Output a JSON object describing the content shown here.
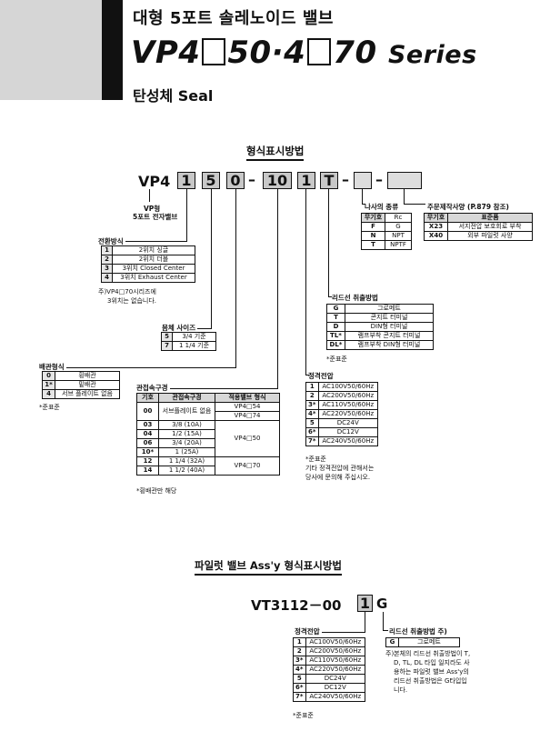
{
  "header": {
    "title": "대형 5포트 솔레노이드 밸브",
    "model_prefix": "VP4",
    "model_mid": "50·4",
    "model_suffix": "70",
    "model_series": "Series",
    "subtitle": "탄성체 Seal"
  },
  "how_to_order": {
    "title": "형식표시방법",
    "prefix": "VP4",
    "boxes": [
      "1",
      "5",
      "0",
      "10",
      "1",
      "T",
      "",
      ""
    ],
    "vp_label": [
      "VP형",
      "5포트 전자밸브"
    ]
  },
  "switching": {
    "title": "전환방식",
    "rows": [
      [
        "1",
        "2위치 싱글"
      ],
      [
        "2",
        "2위치 더블"
      ],
      [
        "3",
        "3위치 Closed Center"
      ],
      [
        "4",
        "3위치 Exhaust Center"
      ]
    ],
    "note": [
      "주)VP4□70시리즈에",
      "3위치는 없습니다."
    ]
  },
  "body_size": {
    "title": "몸체 사이즈",
    "rows": [
      [
        "5",
        "3/4 기준"
      ],
      [
        "7",
        "1 1/4 기준"
      ]
    ]
  },
  "piping": {
    "title": "배관형식",
    "rows": [
      [
        "0",
        "횡배관"
      ],
      [
        "1*",
        "밑배관"
      ],
      [
        "4",
        "서브 플레이트 없음"
      ]
    ],
    "note": "*준표준"
  },
  "port": {
    "title": "관접속구경",
    "headers": [
      "기호",
      "관접속구경",
      "적용밸브 형식"
    ],
    "rows": [
      [
        "00",
        "서브플레이트 없음",
        "VP4□54"
      ],
      [
        "",
        "",
        "VP4□74"
      ],
      [
        "03",
        "3/8 (10A)",
        ""
      ],
      [
        "04",
        "1/2 (15A)",
        ""
      ],
      [
        "06",
        "3/4 (20A)",
        "VP4□50"
      ],
      [
        "10*",
        "1 (25A)",
        ""
      ],
      [
        "12",
        "1 1/4 (32A)",
        "VP4□70"
      ],
      [
        "14",
        "1 1/2 (40A)",
        ""
      ]
    ],
    "note": "*횡배관만 해당"
  },
  "thread": {
    "title": "나사의 종류",
    "headers": [
      "무기호",
      "Rc"
    ],
    "rows": [
      [
        "F",
        "G"
      ],
      [
        "N",
        "NPT"
      ],
      [
        "T",
        "NPTF"
      ]
    ]
  },
  "option": {
    "title": "주문제작사양 (P.879 참조)",
    "headers": [
      "무기호",
      "표준품"
    ],
    "rows": [
      [
        "X23",
        "서지전압 보호회로 부착"
      ],
      [
        "X40",
        "외부 파일럿 사양"
      ]
    ]
  },
  "lead": {
    "title": "리드선 취출방법",
    "rows": [
      [
        "G",
        "그로메트"
      ],
      [
        "T",
        "콘지트 터미널"
      ],
      [
        "D",
        "DIN형 터미널"
      ],
      [
        "TL*",
        "램프부착 콘지트 터미널"
      ],
      [
        "DL*",
        "램프부착 DIN형 터미널"
      ]
    ],
    "note": "*준표준"
  },
  "voltage": {
    "title": "정격전압",
    "rows": [
      [
        "1",
        "AC100V50/60Hz"
      ],
      [
        "2",
        "AC200V50/60Hz"
      ],
      [
        "3*",
        "AC110V50/60Hz"
      ],
      [
        "4*",
        "AC220V50/60Hz"
      ],
      [
        "5",
        "DC24V"
      ],
      [
        "6*",
        "DC12V"
      ],
      [
        "7*",
        "AC240V50/60Hz"
      ]
    ],
    "note": [
      "*준표준",
      "기타 정격전압에 관해서는",
      "당사에 문의해 주십시오."
    ]
  },
  "pilot": {
    "title": "파일럿 밸브 Ass'y 형식표시방법",
    "code": "VT3112－00",
    "box1": "1",
    "box2": "G",
    "voltage_title": "정격전압",
    "voltage_rows": [
      [
        "1",
        "AC100V50/60Hz"
      ],
      [
        "2",
        "AC200V50/60Hz"
      ],
      [
        "3*",
        "AC110V50/60Hz"
      ],
      [
        "4*",
        "AC220V50/60Hz"
      ],
      [
        "5",
        "DC24V"
      ],
      [
        "6*",
        "DC12V"
      ],
      [
        "7*",
        "AC240V50/60Hz"
      ]
    ],
    "voltage_note": "*준표준",
    "lead_title": "리드선 취출방법 주)",
    "lead_rows": [
      [
        "G",
        "그로메트"
      ]
    ],
    "lead_note": [
      "주)본체의 리드선 취출방법이 T,",
      "D, TL, DL 타입 일지라도 사",
      "용하는 파일럿 밸브 Ass'y의",
      "리드선 취출방법은 G타입입",
      "니다."
    ]
  }
}
